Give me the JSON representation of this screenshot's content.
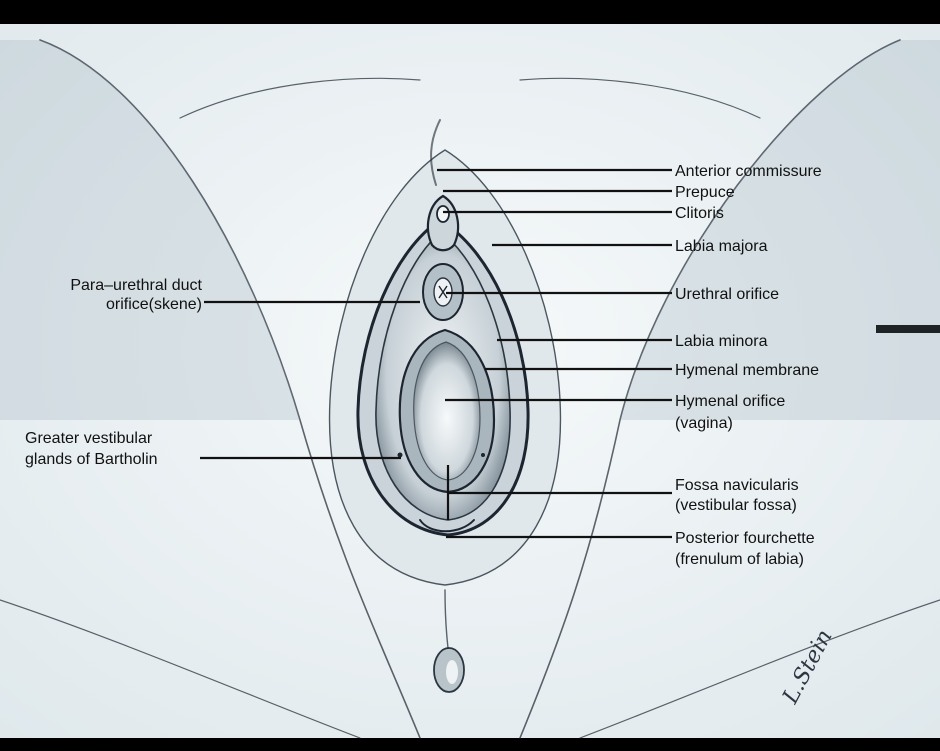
{
  "labels": {
    "anterior_commissure": "Anterior commissure",
    "prepuce": "Prepuce",
    "clitoris": "Clitoris",
    "labia_majora": "Labia majora",
    "urethral_orifice": "Urethral orifice",
    "labia_minora": "Labia minora",
    "hymenal_membrane": "Hymenal membrane",
    "hymenal_orifice": "Hymenal orifice",
    "hymenal_orifice_sub": "(vagina)",
    "fossa_navicularis": "Fossa navicularis",
    "fossa_navicularis_sub": "(vestibular fossa)",
    "posterior_fourchette": "Posterior fourchette",
    "posterior_fourchette_sub": "(frenulum of labia)",
    "para_urethral_line1": "Para–urethral duct",
    "para_urethral_line2": "orifice(skene)",
    "bartholin_line1": "Greater vestibular",
    "bartholin_line2": "glands of Bartholin"
  },
  "signature": "L.Stein",
  "colors": {
    "frame": "#000000",
    "paper": "#eef3f5",
    "ink": "#1d2530",
    "label": "#111111"
  }
}
